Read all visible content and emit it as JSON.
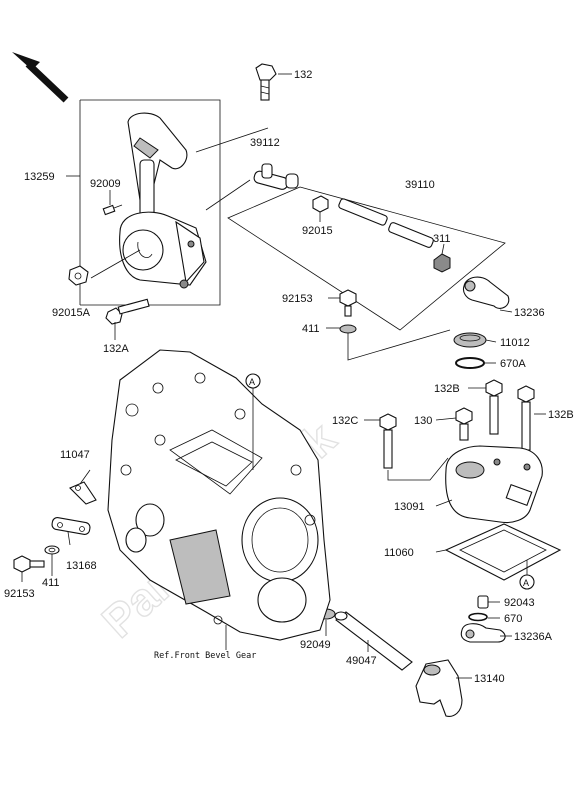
{
  "watermark": "Partsrepublik",
  "reference_note": "Ref.Front Bevel Gear",
  "callout_circle": "A",
  "labels": {
    "p132": "132",
    "p39112": "39112",
    "p13259": "13259",
    "p92009": "92009",
    "p39110": "39110",
    "p92015": "92015",
    "p311": "311",
    "p92015A": "92015A",
    "p132A": "132A",
    "p92153_top": "92153",
    "p13236": "13236",
    "p411_top": "411",
    "p11012": "11012",
    "p670A": "670A",
    "p132B_left": "132B",
    "p132C": "132C",
    "p130": "130",
    "p132B_right": "132B",
    "p11047": "11047",
    "p13091": "13091",
    "p11060": "11060",
    "p13168": "13168",
    "p92153_bottom": "92153",
    "p411_bottom": "411",
    "p92043": "92043",
    "p670": "670",
    "p13236A": "13236A",
    "p92049": "92049",
    "p49047": "49047",
    "p13140": "13140"
  }
}
